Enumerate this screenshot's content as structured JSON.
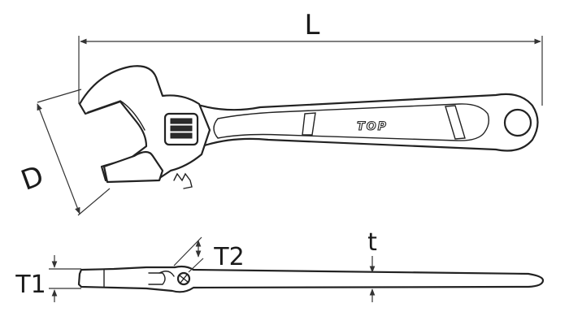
{
  "dimensions": {
    "length": "L",
    "jaw_capacity": "D",
    "head_thickness": "T1",
    "jaw_thickness": "T2",
    "handle_thickness": "t"
  },
  "brand": "TOP"
}
